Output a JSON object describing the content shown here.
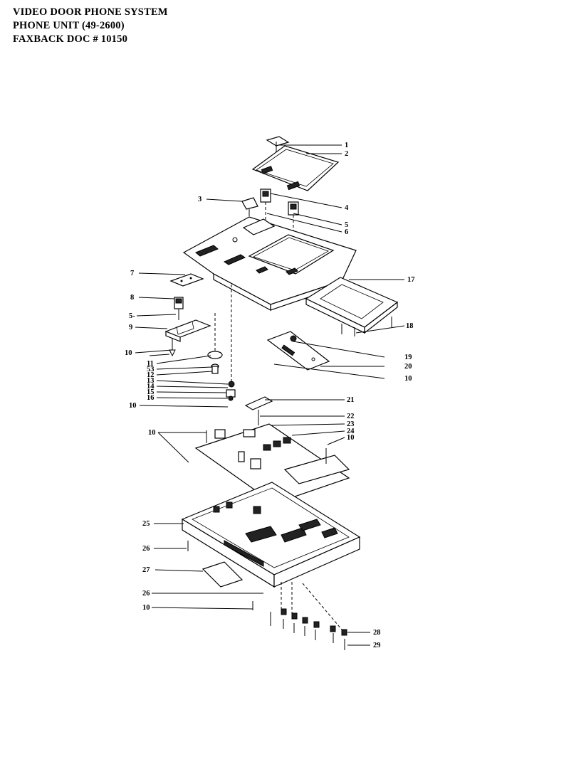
{
  "header": {
    "line1": "VIDEO DOOR PHONE SYSTEM",
    "line2": "PHONE UNIT  (49-2600)",
    "line3": "FAXBACK DOC # 10150"
  },
  "callouts": {
    "c1": "1",
    "c2": "2",
    "c3": "3",
    "c4": "4",
    "c5a": "5",
    "c6": "6",
    "c7": "7",
    "c8": "8",
    "c5b": "5-",
    "c9": "9",
    "c10a": "10",
    "c11": "11",
    "c53": "53",
    "c12": "12",
    "c13": "13",
    "c14": "14",
    "c15": "15",
    "c16": "16",
    "c10b": "10",
    "c17": "17",
    "c18": "18",
    "c19": "19",
    "c20": "20",
    "c10c": "10",
    "c21": "21",
    "c22": "22",
    "c23": "23",
    "c24": "24",
    "c10d": "10",
    "c10e": "10",
    "c25": "25",
    "c26a": "26",
    "c27": "27",
    "c26b": "26",
    "c10f": "10",
    "c28": "28",
    "c29": "29"
  }
}
